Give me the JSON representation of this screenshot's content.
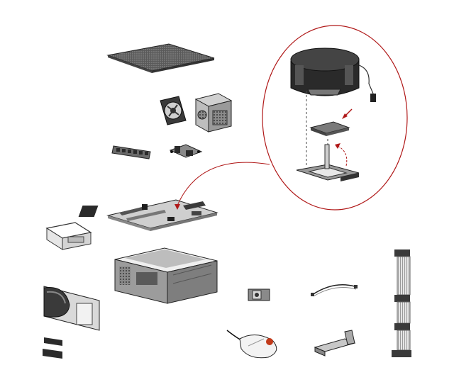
{
  "diagram": {
    "kind": "exploded-view-illustration",
    "colors": {
      "outline": "#1a1a1a",
      "dark": "#2b2b2b",
      "mid": "#6e6e6e",
      "light": "#b5b5b5",
      "pale": "#dcdcdc",
      "callout": "#b01818"
    },
    "parts": [
      "access-panel",
      "system-fan",
      "power-supply",
      "memory-module",
      "processor-heatsink-mount",
      "system-board",
      "drive-bay-bracket",
      "chassis",
      "front-bezel",
      "bay-covers",
      "speaker",
      "cable",
      "mouse",
      "drive-rail",
      "ribbon-cable",
      "heatsink-fan-assembly",
      "processor",
      "processor-socket"
    ]
  }
}
